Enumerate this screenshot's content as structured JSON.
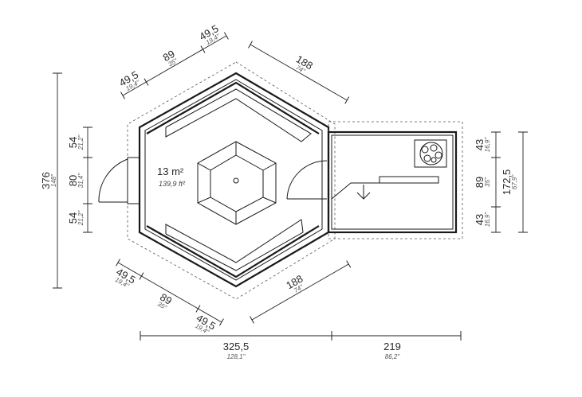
{
  "area": {
    "metric": "13 m²",
    "imperial": "139,9 ft²"
  },
  "dims": {
    "top_diag_188": {
      "cm": "188",
      "in": "74\""
    },
    "top_left_495_a": {
      "cm": "49,5",
      "in": "19,4\""
    },
    "top_left_89": {
      "cm": "89",
      "in": "35\""
    },
    "top_left_495_b": {
      "cm": "49,5",
      "in": "19,4\""
    },
    "left_54_a": {
      "cm": "54",
      "in": "21,2\""
    },
    "left_80": {
      "cm": "80",
      "in": "31,4\""
    },
    "left_54_b": {
      "cm": "54",
      "in": "21,2\""
    },
    "left_total": {
      "cm": "376",
      "in": "148\""
    },
    "bot_left_495_a": {
      "cm": "49,5",
      "in": "19,4\""
    },
    "bot_left_89": {
      "cm": "89",
      "in": "35\""
    },
    "bot_left_495_b": {
      "cm": "49,5",
      "in": "19,4\""
    },
    "bot_diag_188": {
      "cm": "188",
      "in": "74\""
    },
    "right_43_a": {
      "cm": "43",
      "in": "16,9\""
    },
    "right_89": {
      "cm": "89",
      "in": "35\""
    },
    "right_43_b": {
      "cm": "43",
      "in": "16,9\""
    },
    "right_total": {
      "cm": "172,5",
      "in": "67,9\""
    },
    "bottom_main": {
      "cm": "325,5",
      "in": "128,1\""
    },
    "bottom_sauna": {
      "cm": "219",
      "in": "86,2\""
    }
  }
}
